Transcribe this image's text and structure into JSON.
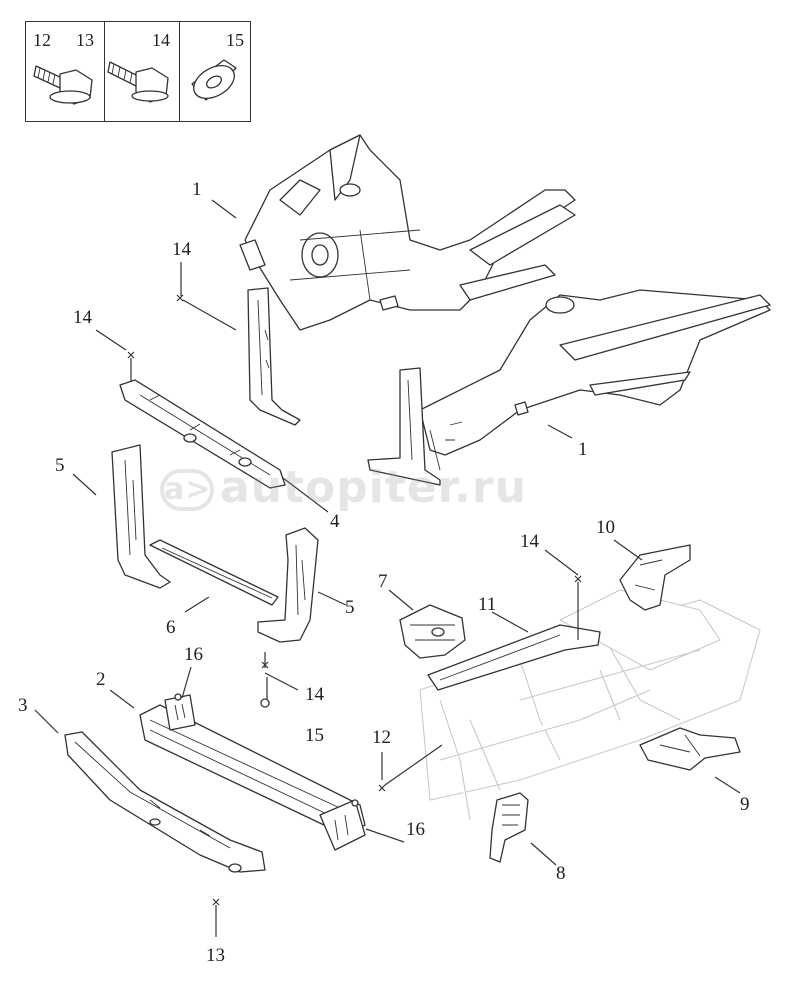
{
  "header_numbers": [
    "12",
    "13",
    "14",
    "15"
  ],
  "callouts": {
    "p1_top": "1",
    "p1_right": "1",
    "p2": "2",
    "p3": "3",
    "p4": "4",
    "p5_left": "5",
    "p5_right": "5",
    "p6": "6",
    "p7": "7",
    "p8": "8",
    "p9": "9",
    "p10": "10",
    "p11": "11",
    "p12": "12",
    "p13": "13",
    "p14_a": "14",
    "p14_b": "14",
    "p14_c": "14",
    "p14_d": "14",
    "p15": "15",
    "p16_a": "16",
    "p16_b": "16"
  },
  "watermark": {
    "logo": "a>",
    "text": "autopiter.ru"
  }
}
